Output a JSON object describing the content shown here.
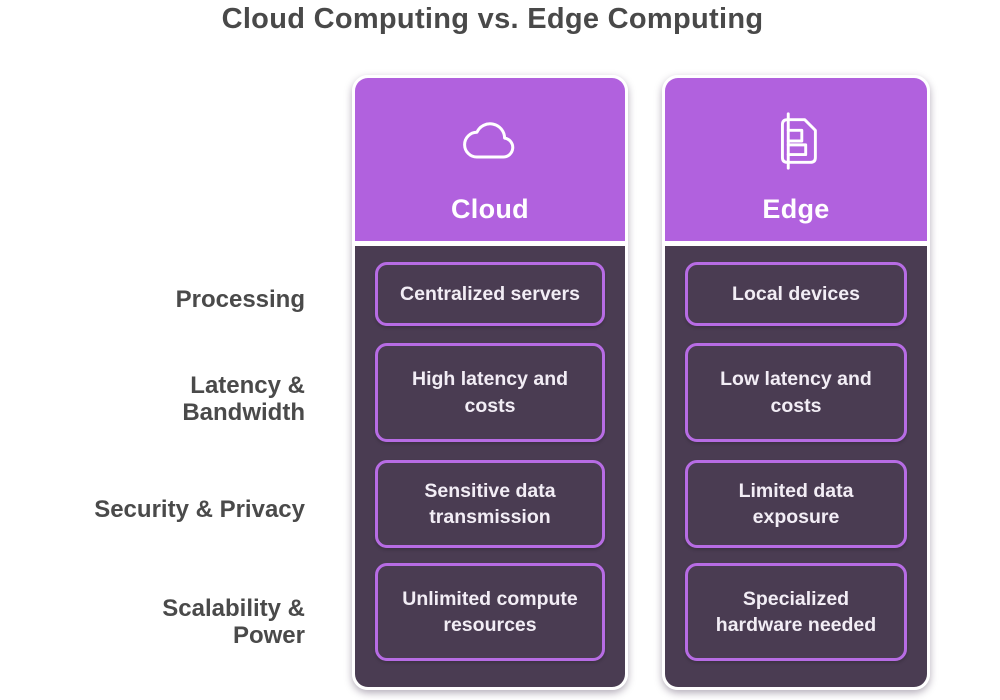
{
  "title": "Cloud Computing vs. Edge Computing",
  "columns": [
    {
      "name": "Cloud",
      "icon": "cloud-icon"
    },
    {
      "name": "Edge",
      "icon": "edge-device-icon"
    }
  ],
  "rows": [
    {
      "label": "Processing",
      "cloud": "Centralized servers",
      "edge": "Local devices"
    },
    {
      "label": "Latency &\nBandwidth",
      "cloud": "High latency and\ncosts",
      "edge": "Low latency and\ncosts"
    },
    {
      "label": "Security & Privacy",
      "cloud": "Sensitive data\ntransmission",
      "edge": "Limited data\nexposure"
    },
    {
      "label": "Scalability &\nPower",
      "cloud": "Unlimited compute\nresources",
      "edge": "Specialized\nhardware needed"
    }
  ],
  "colors": {
    "header_purple": "#b161de",
    "body_dark": "#4a3c52",
    "cell_border": "#b76ce4",
    "cell_text": "#f2edf5",
    "label_gray": "#4a4a4a",
    "column_outline": "#ffffff",
    "background": "#ffffff"
  }
}
